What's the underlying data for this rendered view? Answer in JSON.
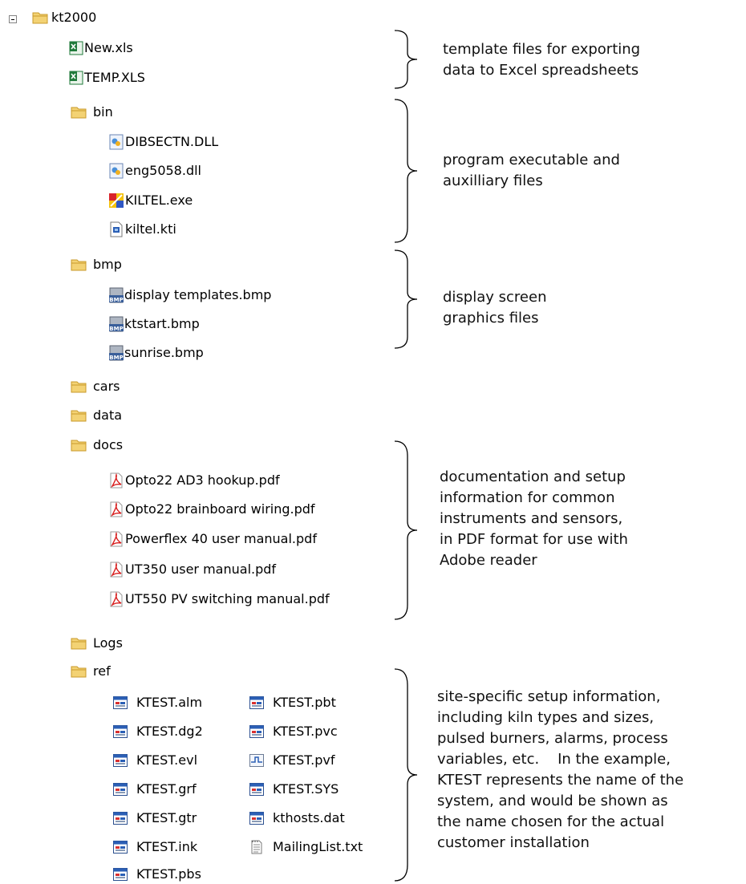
{
  "root": {
    "name": "kt2000"
  },
  "root_files": [
    "New.xls",
    "TEMP.XLS"
  ],
  "folders": {
    "bin": {
      "name": "bin",
      "files": [
        "DIBSECTN.DLL",
        "eng5058.dll",
        "KILTEL.exe",
        "kiltel.kti"
      ]
    },
    "bmp": {
      "name": "bmp",
      "files": [
        "display templates.bmp",
        "ktstart.bmp",
        "sunrise.bmp"
      ]
    },
    "cars": {
      "name": "cars"
    },
    "data": {
      "name": "data"
    },
    "docs": {
      "name": "docs",
      "files": [
        "Opto22 AD3 hookup.pdf",
        "Opto22 brainboard wiring.pdf",
        "Powerflex 40 user manual.pdf",
        "UT350 user manual.pdf",
        "UT550 PV switching manual.pdf"
      ]
    },
    "logs": {
      "name": "Logs"
    },
    "ref": {
      "name": "ref",
      "files_col1": [
        "KTEST.alm",
        "KTEST.dg2",
        "KTEST.evl",
        "KTEST.grf",
        "KTEST.gtr",
        "KTEST.ink",
        "KTEST.pbs"
      ],
      "files_col2": [
        "KTEST.pbt",
        "KTEST.pvc",
        "KTEST.pvf",
        "KTEST.SYS",
        "kthosts.dat",
        "MailingList.txt"
      ]
    }
  },
  "annotations": {
    "templates": [
      "template files for exporting",
      "data to Excel spreadsheets"
    ],
    "program": [
      "program executable and",
      "auxilliary files"
    ],
    "display": [
      "display screen",
      "graphics files"
    ],
    "docs": [
      "documentation and setup",
      "information for common",
      "instruments and sensors,",
      "in PDF format for use with",
      "Adobe reader"
    ],
    "site": [
      "site-specific setup information,",
      "including kiln types and sizes,",
      "pulsed burners, alarms, process",
      "variables, etc.    In the example,",
      "KTEST represents the name of the",
      "system, and would be shown as",
      "the name chosen for the actual",
      "customer installation"
    ]
  },
  "colors": {
    "folder": "#f3d274",
    "folder_dark": "#c89a2a",
    "excel": "#1f7a3a",
    "pdf": "#d81e1e",
    "bmp": "#3a5f9a",
    "ini": "#2b5fb5"
  }
}
